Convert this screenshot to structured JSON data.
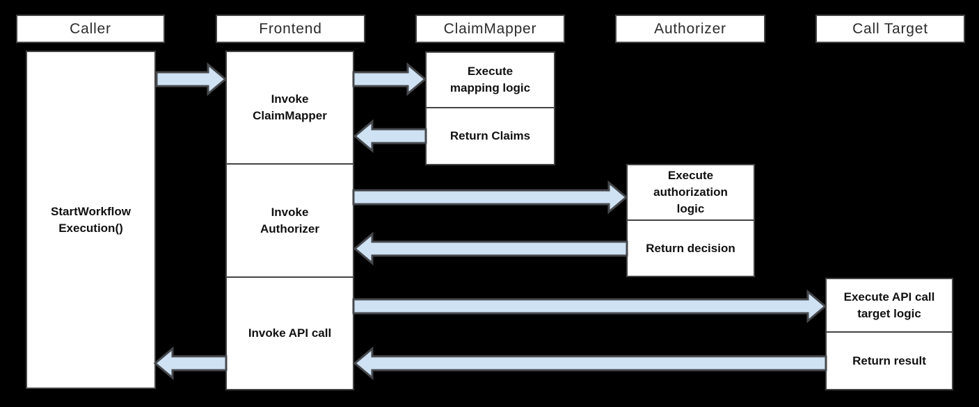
{
  "colors": {
    "background": "#000000",
    "box_fill": "#ffffff",
    "box_border": "#434343",
    "arrow_fill": "#cfe2f3",
    "arrow_stroke": "#46484c",
    "header_text": "#2b2b2b",
    "body_text": "#111111"
  },
  "lanes": [
    {
      "label": "Caller"
    },
    {
      "label": "Frontend"
    },
    {
      "label": "ClaimMapper"
    },
    {
      "label": "Authorizer"
    },
    {
      "label": "Call Target"
    }
  ],
  "nodes": {
    "caller": {
      "start_workflow": "StartWorkflow\nExecution()"
    },
    "frontend": {
      "invoke_claimmapper": "Invoke\nClaimMapper",
      "invoke_authorizer": "Invoke\nAuthorizer",
      "invoke_api_call": "Invoke API call"
    },
    "claimmapper": {
      "execute_mapping": "Execute\nmapping logic",
      "return_claims": "Return Claims"
    },
    "authorizer": {
      "execute_authorization": "Execute\nauthorization\nlogic",
      "return_decision": "Return decision"
    },
    "call_target": {
      "execute_api": "Execute API call\ntarget logic",
      "return_result": "Return result"
    }
  },
  "flows": [
    {
      "from": "Caller",
      "to": "Frontend",
      "direction": "right"
    },
    {
      "from": "Frontend",
      "to": "ClaimMapper",
      "direction": "right"
    },
    {
      "from": "ClaimMapper",
      "to": "Frontend",
      "direction": "left"
    },
    {
      "from": "Frontend",
      "to": "Authorizer",
      "direction": "right"
    },
    {
      "from": "Authorizer",
      "to": "Frontend",
      "direction": "left"
    },
    {
      "from": "Frontend",
      "to": "Call Target",
      "direction": "right"
    },
    {
      "from": "Call Target",
      "to": "Frontend",
      "direction": "left"
    },
    {
      "from": "Frontend",
      "to": "Caller",
      "direction": "left"
    }
  ]
}
